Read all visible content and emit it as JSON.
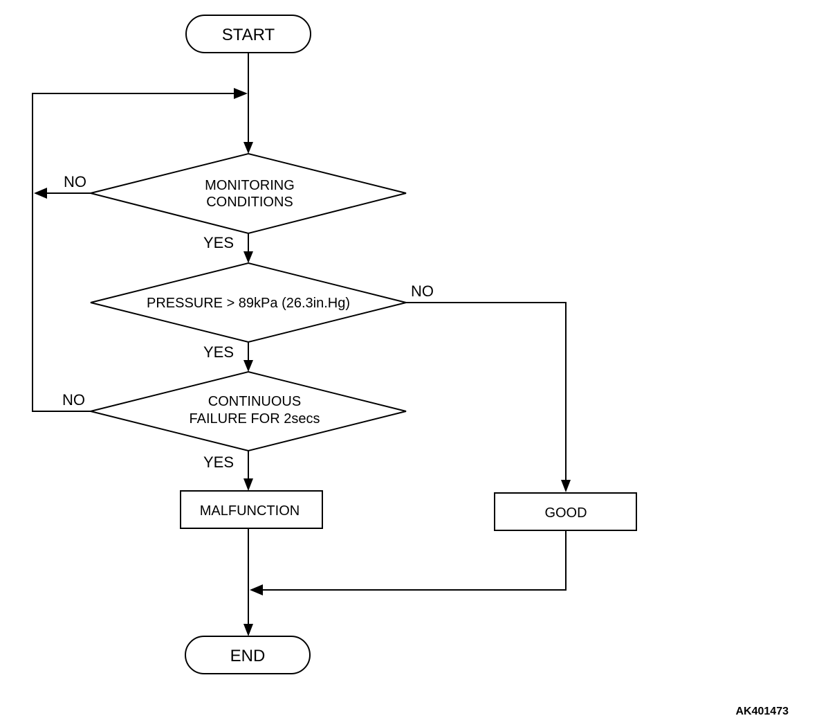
{
  "flowchart": {
    "start": "START",
    "end": "END",
    "decision_monitoring": [
      "MONITORING",
      "CONDITIONS"
    ],
    "decision_pressure": "PRESSURE > 89kPa (26.3in.Hg)",
    "decision_failure": [
      "CONTINUOUS",
      "FAILURE FOR 2secs"
    ],
    "result_malfunction": "MALFUNCTION",
    "result_good": "GOOD",
    "yes_label": "YES",
    "no_label": "NO"
  },
  "figure_code": "AK401473"
}
